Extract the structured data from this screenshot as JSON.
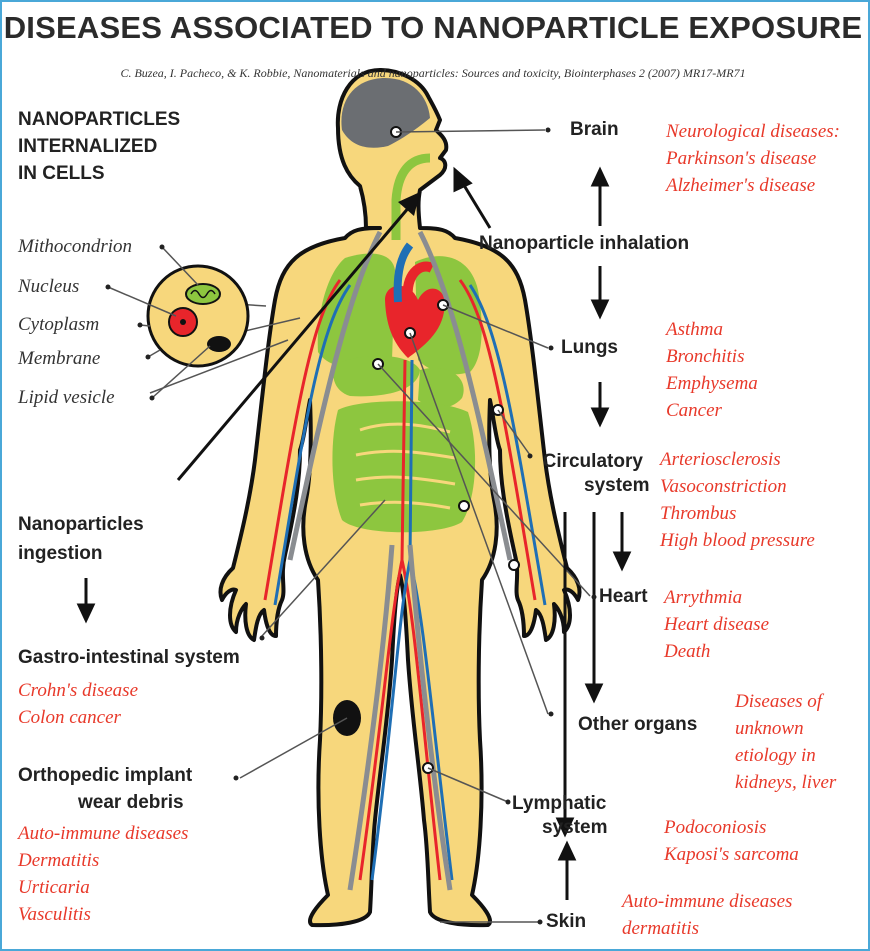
{
  "title": "DISEASES ASSOCIATED TO NANOPARTICLE EXPOSURE",
  "citation": "C. Buzea, I. Pacheco, & K. Robbie, Nanomaterials and nanoparticles: Sources and toxicity, Biointerphases 2 (2007) MR17-MR71",
  "internalized": {
    "lines": [
      "NANOPARTICLES",
      "INTERNALIZED",
      "IN CELLS"
    ]
  },
  "cell_parts": [
    "Mithocondrion",
    "Nucleus",
    "Cytoplasm",
    "Membrane",
    "Lipid vesicle"
  ],
  "ingestion": [
    "Nanoparticles",
    "ingestion"
  ],
  "inhalation": "Nanoparticle inhalation",
  "organs": {
    "brain": "Brain",
    "lungs": "Lungs",
    "circulatory": [
      "Circulatory",
      "system"
    ],
    "heart": "Heart",
    "other": "Other organs",
    "lymphatic": [
      "Lymphatic",
      "system"
    ],
    "skin": "Skin",
    "gi": "Gastro-intestinal system",
    "implant": [
      "Orthopedic implant",
      "wear debris"
    ]
  },
  "diseases": {
    "brain": [
      "Neurological diseases:",
      "Parkinson's disease",
      "Alzheimer's disease"
    ],
    "lungs": [
      "Asthma",
      "Bronchitis",
      "Emphysema",
      "Cancer"
    ],
    "circulatory": [
      "Arteriosclerosis",
      "Vasoconstriction",
      "Thrombus",
      "High blood pressure"
    ],
    "heart": [
      "Arrythmia",
      "Heart disease",
      "Death"
    ],
    "other": [
      "Diseases of",
      "unknown",
      "etiology in",
      "kidneys, liver"
    ],
    "lymphatic": [
      "Podoconiosis",
      "Kaposi's sarcoma"
    ],
    "skin": [
      "Auto-immune diseases",
      "dermatitis"
    ],
    "gi": [
      "Crohn's disease",
      "Colon cancer"
    ],
    "implant": [
      "Auto-immune diseases",
      "Dermatitis",
      "Urticaria",
      "Vasculitis"
    ]
  },
  "colors": {
    "border": "#4aa8d8",
    "body": "#f7d77c",
    "organ": "#8dc63f",
    "blood_red": "#e8252b",
    "blood_blue": "#1f6fb5",
    "brain": "#6b6e72",
    "disease_text": "#e8392a"
  }
}
